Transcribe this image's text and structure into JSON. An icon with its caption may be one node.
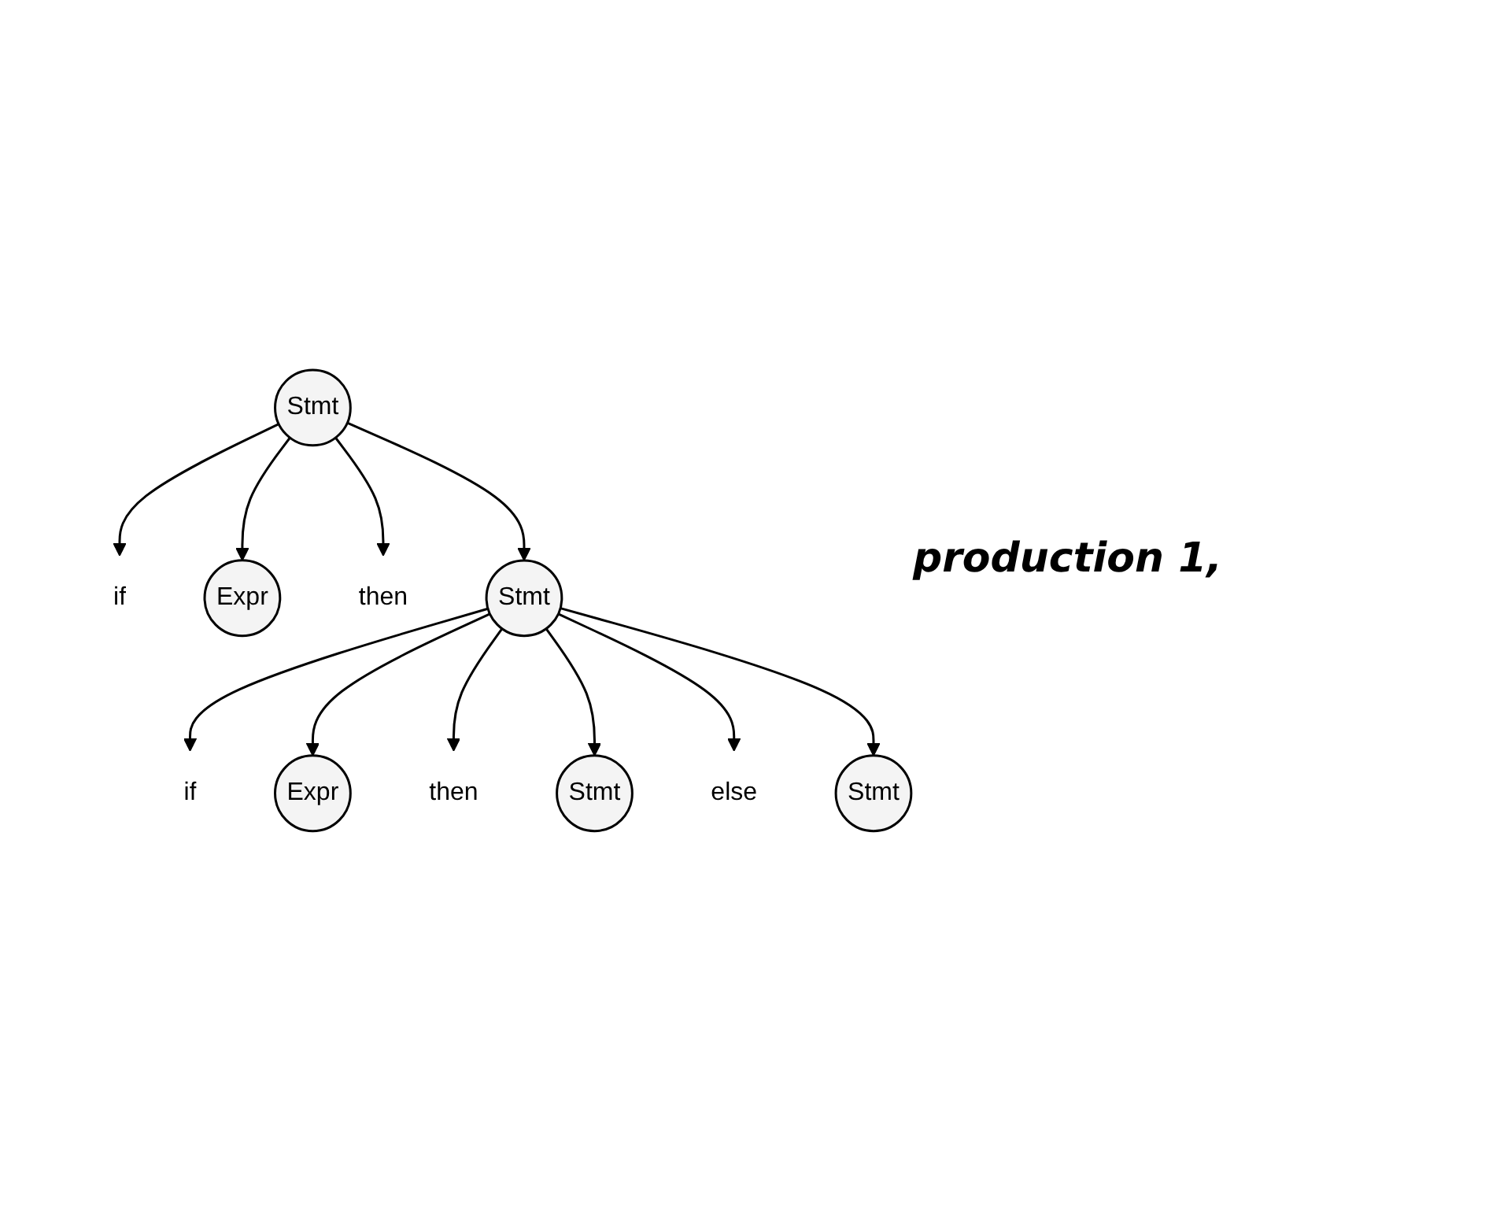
{
  "diagram": {
    "nodes": [
      {
        "text": [
          "Stmt"
        ]
      },
      {
        "text": [
          "if"
        ]
      },
      {
        "text": [
          "Expr"
        ]
      },
      {
        "text": [
          "then"
        ]
      },
      {
        "text": [
          "Stmt"
        ]
      },
      {
        "text": [
          "if"
        ]
      },
      {
        "text": [
          "Expr"
        ]
      },
      {
        "text": [
          "then"
        ]
      },
      {
        "text": [
          "Stmt"
        ]
      },
      {
        "text": [
          "else"
        ]
      },
      {
        "text": [
          "Stmt"
        ]
      }
    ],
    "edges": [
      {
        "from": 0,
        "to": 1,
        "arrow": "to"
      },
      {
        "from": 0,
        "to": 2,
        "arrow": "to"
      },
      {
        "from": 0,
        "to": 3,
        "arrow": "to"
      },
      {
        "from": 0,
        "to": 4,
        "arrow": "to"
      },
      {
        "from": 4,
        "to": 5,
        "arrow": "to"
      },
      {
        "from": 4,
        "to": 6,
        "arrow": "to"
      },
      {
        "from": 4,
        "to": 7,
        "arrow": "to"
      },
      {
        "from": 4,
        "to": 8,
        "arrow": "to"
      },
      {
        "from": 4,
        "to": 9,
        "arrow": "to"
      },
      {
        "from": 4,
        "to": 10,
        "arrow": "to"
      }
    ],
    "labels": [
      "production 1,"
    ]
  }
}
